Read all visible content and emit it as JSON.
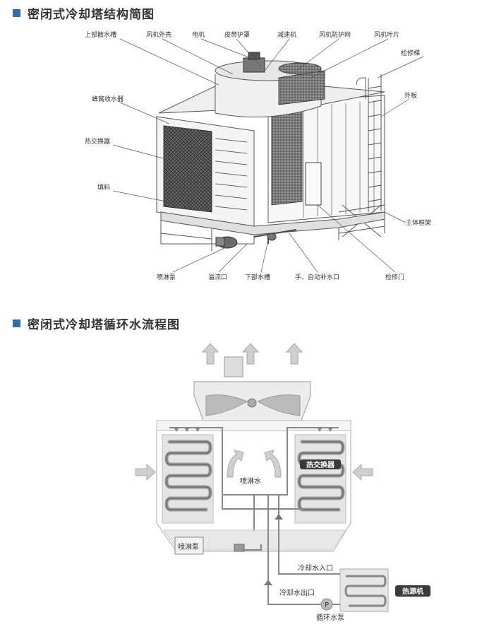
{
  "section1": {
    "title": "密闭式冷却塔结构简图"
  },
  "section2": {
    "title": "密闭式冷却塔循环水流程图"
  },
  "structure_labels": {
    "upper_tank": "上部散水槽",
    "fan_shell": "风机外壳",
    "motor": "电机",
    "belt_guard": "皮带护罩",
    "reducer": "减速机",
    "fan_guard": "风机防护网",
    "fan_blade": "风机叶片",
    "ladder": "检修梯",
    "outer_panel": "外板",
    "eliminator": "蜂窝收水器",
    "heat_exchanger": "热交换器",
    "fill": "填料",
    "main_frame": "主体框架",
    "spray_pump": "喷淋泵",
    "overflow": "溢流口",
    "lower_tank": "下部水槽",
    "makeup": "手、自动补水口",
    "access_door": "检修门"
  },
  "flow_labels": {
    "spray_water": "喷淋水",
    "heat_exchanger": "热交换器",
    "spray_pump": "喷淋泵",
    "cool_in": "冷却水入口",
    "cool_out": "冷却水出口",
    "pump_symbol": "P",
    "circ_pump": "循环水泵",
    "heat_source": "热源机"
  },
  "colors": {
    "accent": "#2a6fb8",
    "water_fill": "#d8d8d8",
    "tag_bg": "#3a3a3a"
  }
}
